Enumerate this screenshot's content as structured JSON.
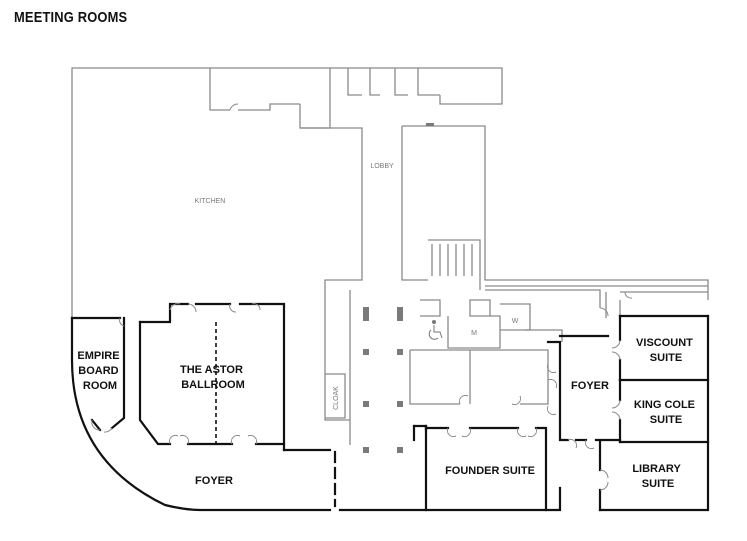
{
  "title": "MEETING ROOMS",
  "rooms": {
    "empire": [
      "EMPIRE",
      "BOARD",
      "ROOM"
    ],
    "astor": [
      "THE ASTOR",
      "BALLROOM"
    ],
    "foyer_left": "FOYER",
    "founder": "FOUNDER SUITE",
    "foyer_right": "FOYER",
    "viscount": [
      "VISCOUNT",
      "SUITE"
    ],
    "kingcole": [
      "KING COLE",
      "SUITE"
    ],
    "library": [
      "LIBRARY",
      "SUITE"
    ]
  },
  "areas": {
    "kitchen": "KITCHEN",
    "lobby": "LOBBY",
    "cloak": "CLOAK",
    "m": "M",
    "w": "W"
  }
}
